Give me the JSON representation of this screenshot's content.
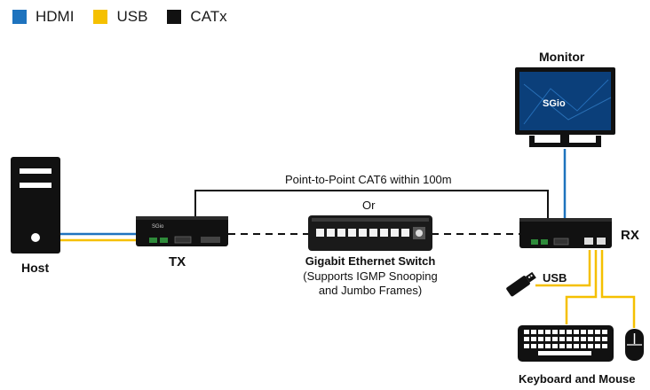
{
  "legend": [
    {
      "label": "HDMI",
      "color": "#1e73be"
    },
    {
      "label": "USB",
      "color": "#f5c000"
    },
    {
      "label": "CATx",
      "color": "#111111"
    }
  ],
  "labels": {
    "monitor": "Monitor",
    "host": "Host",
    "tx": "TX",
    "rx": "RX",
    "link": "Point-to-Point CAT6 within 100m",
    "or": "Or",
    "switch_title": "Gigabit Ethernet Switch",
    "switch_line2": "(Supports IGMP Snooping",
    "switch_line3": "and Jumbo Frames)",
    "usb": "USB",
    "keyboard_mouse": "Keyboard and Mouse"
  },
  "colors": {
    "hdmi": "#1e73be",
    "usb": "#f5c000",
    "catx": "#111111"
  }
}
